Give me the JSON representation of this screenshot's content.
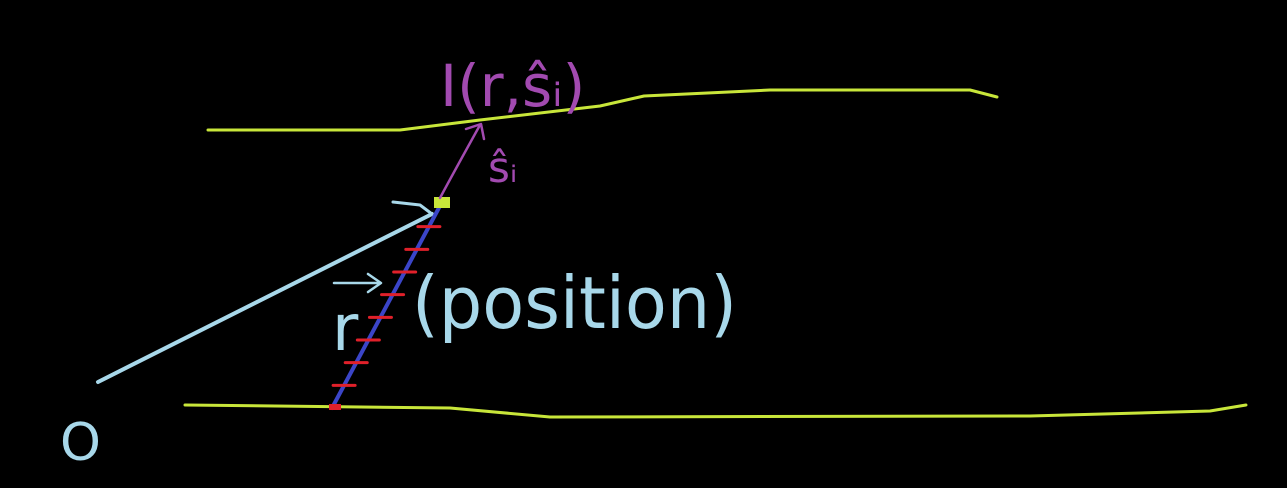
{
  "diagram": {
    "background": "#000000",
    "colors": {
      "boundary": "#c8e63a",
      "position_vector": "#a8d8ea",
      "ray": "#3b45c8",
      "ray_ticks": "#e0202a",
      "direction": "#a24ab0",
      "endpoint_marker": "#c8e63a"
    },
    "labels": {
      "intensity": "I(r,ŝᵢ)",
      "direction": "ŝᵢ",
      "position": "r",
      "position_paren": "(position)",
      "origin": "O"
    },
    "ray_ticks": 8
  }
}
